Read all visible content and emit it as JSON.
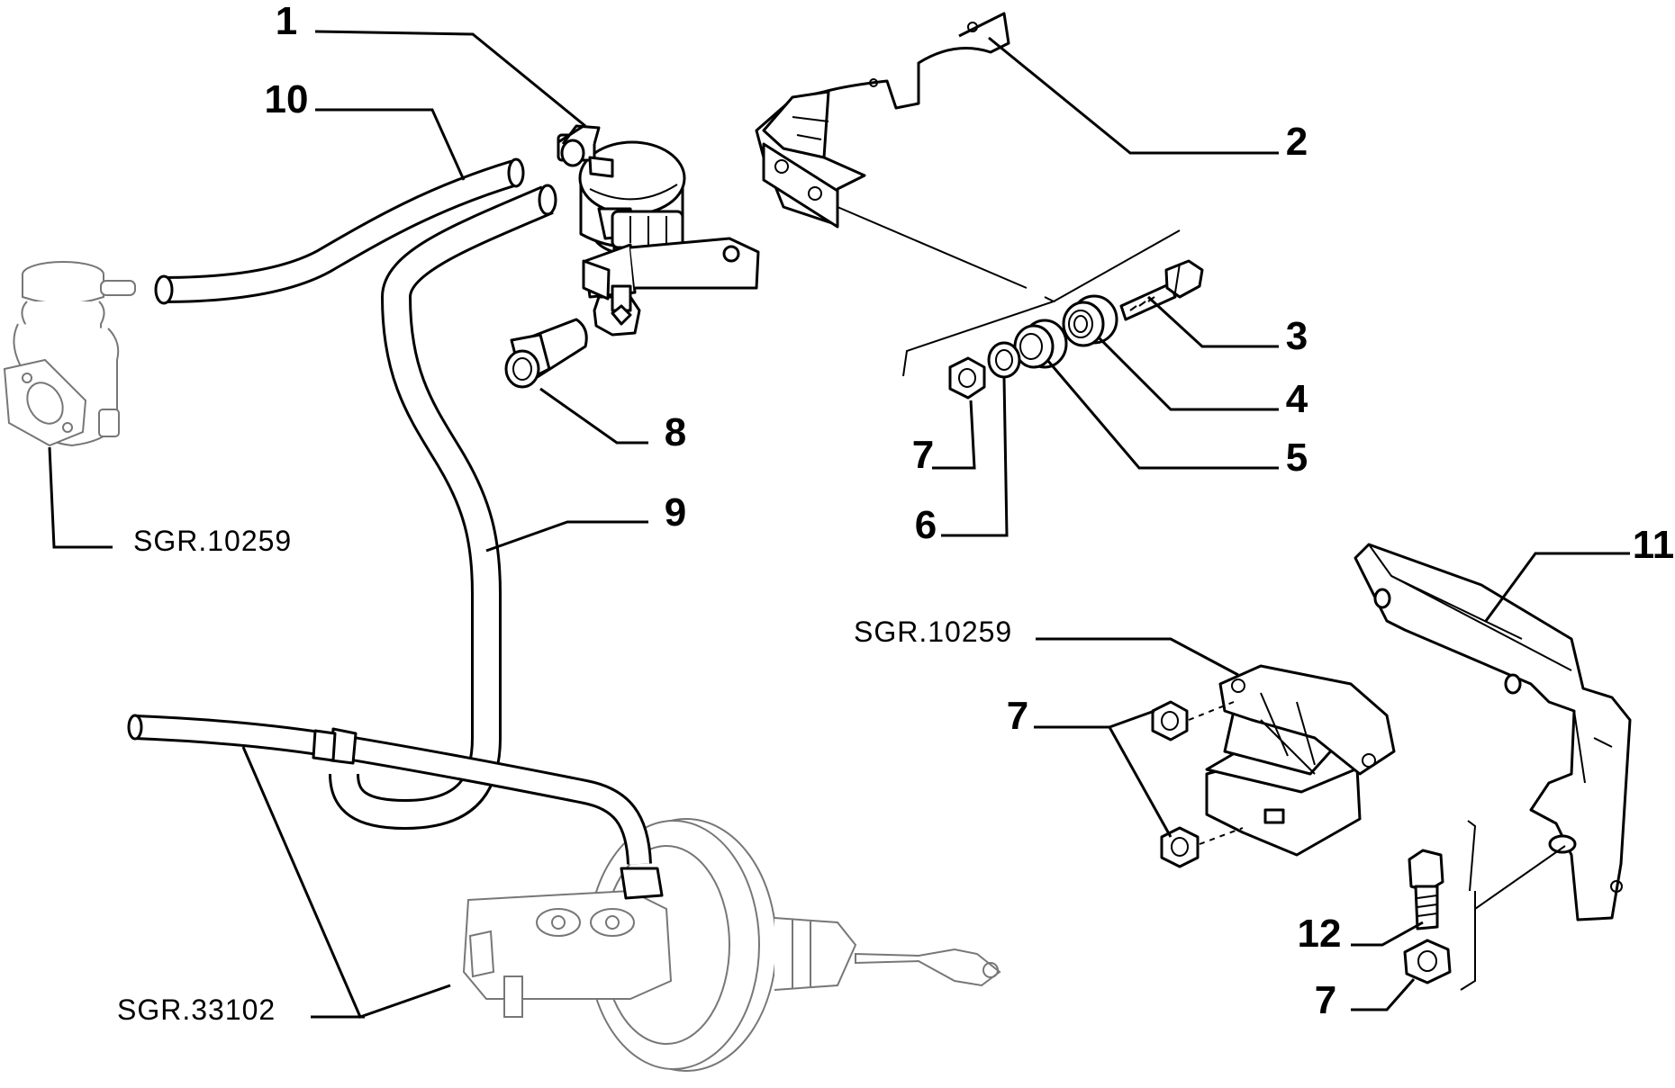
{
  "callouts": {
    "c1": "1",
    "c2": "2",
    "c3": "3",
    "c4": "4",
    "c5": "5",
    "c6": "6",
    "c7a": "7",
    "c7b": "7",
    "c7c": "7",
    "c8": "8",
    "c9": "9",
    "c10": "10",
    "c11": "11",
    "c12": "12"
  },
  "references": {
    "ref_left": "SGR.10259",
    "ref_mid": "SGR.10259",
    "ref_bottom": "SGR.33102"
  }
}
